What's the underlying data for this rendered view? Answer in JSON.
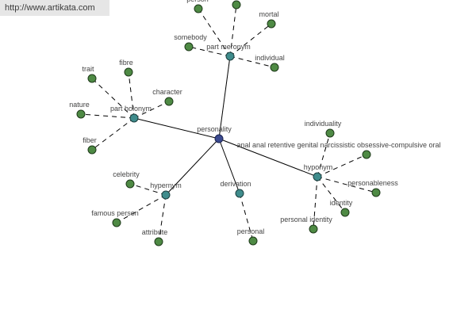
{
  "watermark": "http://www.artikata.com",
  "colors": {
    "root": "#3b4a8f",
    "relation": "#3f8c8c",
    "leaf": "#4e8a44",
    "edge": "#000000"
  },
  "root": {
    "label": "personality"
  },
  "relations": [
    {
      "id": "meronym",
      "label": "part meronym",
      "children": [
        "person",
        "",
        "mortal",
        "somebody",
        "individual"
      ]
    },
    {
      "id": "holonym",
      "label": "part holonym",
      "children": [
        "trait",
        "fibre",
        "character",
        "nature",
        "fiber"
      ]
    },
    {
      "id": "hypernym",
      "label": "hypernym",
      "children": [
        "celebrity",
        "famous person",
        "attribute"
      ]
    },
    {
      "id": "derivation",
      "label": "derivation",
      "children": [
        "personal"
      ]
    },
    {
      "id": "hyponym",
      "label": "hyponym",
      "children": [
        "individuality",
        "anal anal retentive genital narcissistic obsessive-compulsive oral",
        "personableness",
        "identity",
        "personal identity"
      ]
    }
  ]
}
